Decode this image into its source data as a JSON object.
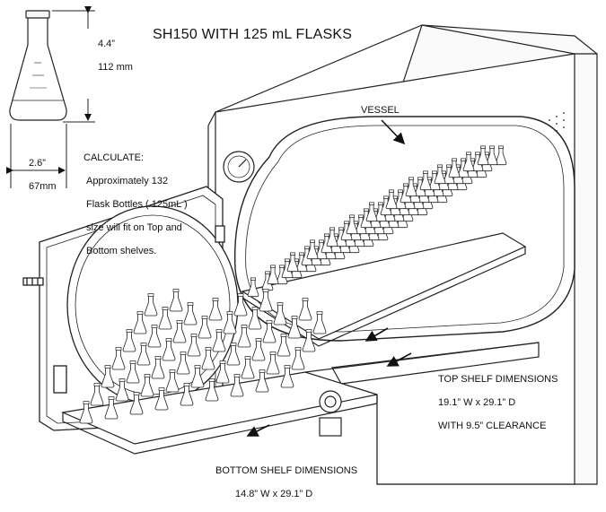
{
  "title": "SH150 WITH 125 mL FLASKS",
  "flask_height": {
    "in": "4.4”",
    "mm": "112 mm"
  },
  "flask_width": {
    "in": "2.6”",
    "mm": "67mm"
  },
  "calculate": {
    "heading": "CALCULATE:",
    "lines": [
      "Approximately  132",
      "Flask Bottles ( 125mL )",
      "size will fit on Top and",
      "Bottom shelves."
    ]
  },
  "vessel_label": "VESSEL",
  "top_shelf": {
    "heading": "TOP SHELF DIMENSIONS",
    "size": "19.1” W x 29.1” D",
    "clearance": "WITH 9.5” CLEARANCE"
  },
  "bottom_shelf": {
    "heading": "BOTTOM SHELF DIMENSIONS",
    "size": "14.8” W x 29.1” D"
  }
}
